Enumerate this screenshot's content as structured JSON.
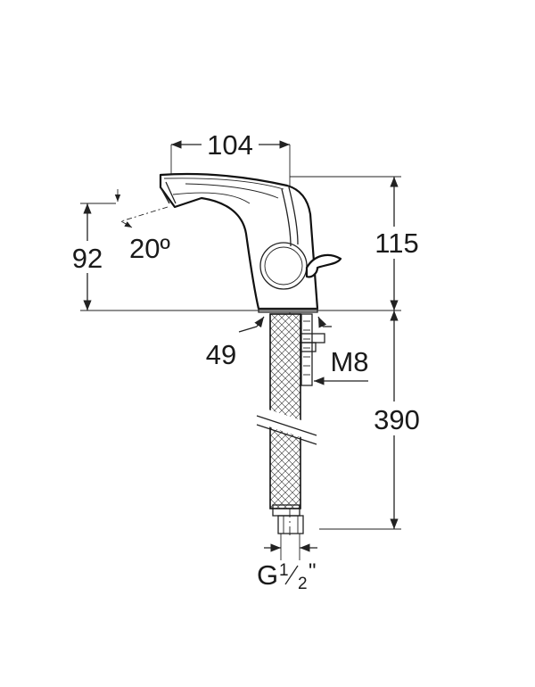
{
  "dimensions": {
    "spout_reach": "104",
    "height_total": "115",
    "spout_height": "92",
    "spout_angle": "20º",
    "base_diameter": "49",
    "stud_thread": "M8",
    "hose_length": "390",
    "connection_prefix": "G",
    "connection_num": "1",
    "connection_den": "2",
    "connection_suffix": "\""
  }
}
